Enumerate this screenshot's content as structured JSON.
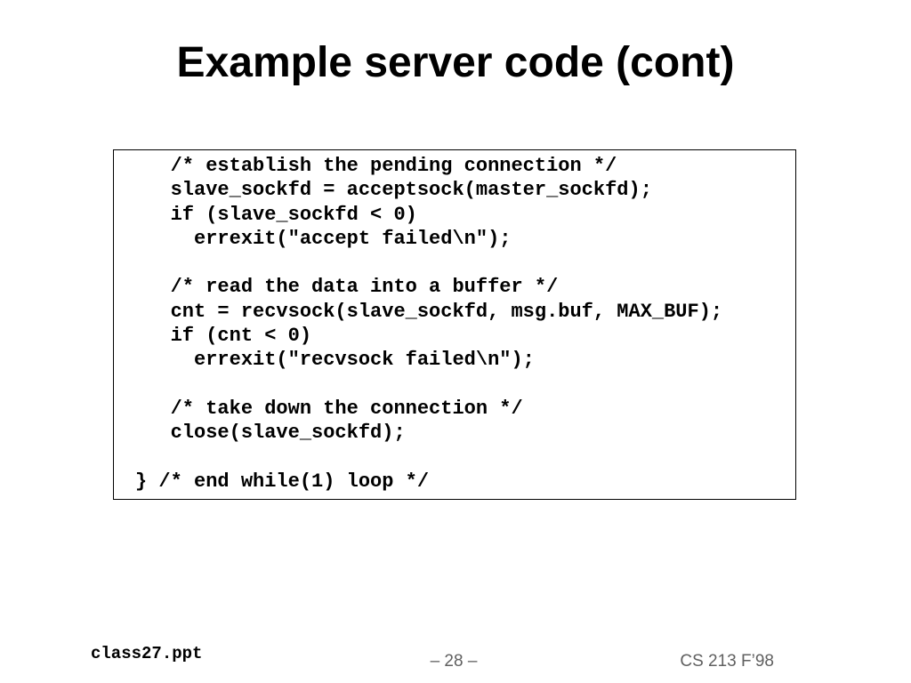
{
  "slide": {
    "title": "Example server code (cont)"
  },
  "code": {
    "lines": [
      "   /* establish the pending connection */",
      "   slave_sockfd = acceptsock(master_sockfd);",
      "   if (slave_sockfd < 0)",
      "     errexit(\"accept failed\\n\");",
      "",
      "   /* read the data into a buffer */",
      "   cnt = recvsock(slave_sockfd, msg.buf, MAX_BUF);",
      "   if (cnt < 0)",
      "     errexit(\"recvsock failed\\n\");",
      "",
      "   /* take down the connection */",
      "   close(slave_sockfd);",
      "",
      "} /* end while(1) loop */"
    ]
  },
  "footer": {
    "filename": "class27.ppt",
    "page_number": "– 28 –",
    "course": "CS 213 F’98"
  }
}
